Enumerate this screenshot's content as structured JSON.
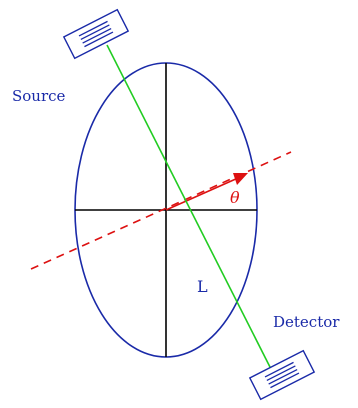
{
  "labels": {
    "source": "Source",
    "detector": "Detector",
    "length": "L",
    "angle": "θ"
  },
  "colors": {
    "ellipse": "#1a2aa8",
    "axes": "#000000",
    "beam": "#22cc22",
    "dashed_line": "#dd1111",
    "arrow": "#dd1111",
    "source_label": "#1a2aa8",
    "detector_label": "#1a2aa8",
    "length_label": "#1a2aa8",
    "angle_label": "#dd1111",
    "box": "#1a2aa8"
  },
  "icons": {
    "source_box": "source-box-icon",
    "detector_box": "detector-box-icon"
  }
}
